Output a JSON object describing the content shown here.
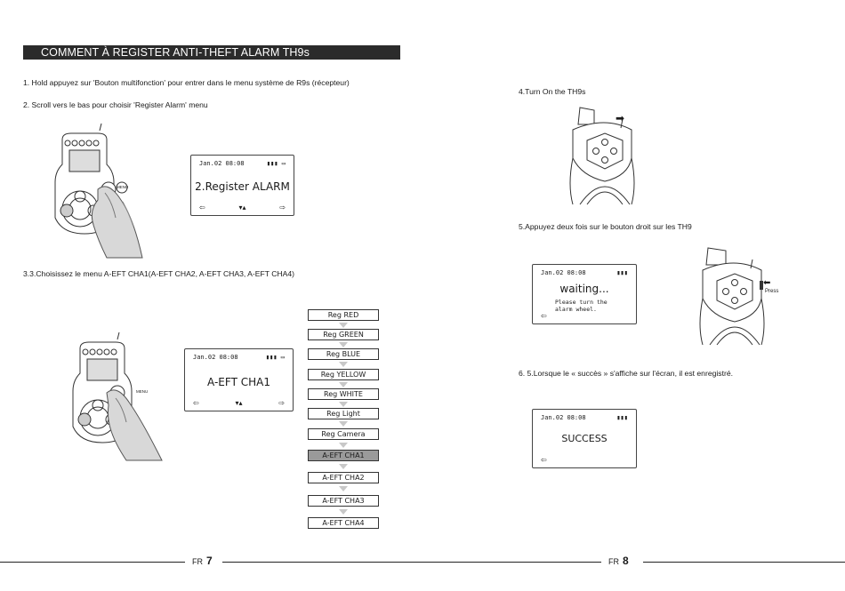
{
  "header": {
    "title": "COMMENT À REGISTER ANTI-THEFT ALARM TH9s"
  },
  "left": {
    "step1": "1. Hold appuyez sur 'Bouton multifonction' pour entrer dans le menu système de R9s (récepteur)",
    "step2": "2. Scroll vers le bas pour choisir 'Register Alarm' menu",
    "step3": "3.3.Choisissez le menu A-EFT CHA1(A-EFT CHA2, A-EFT CHA3, A-EFT CHA4)",
    "lcd1": {
      "date": "Jan.02 08:08",
      "text": "2.Register ALARM"
    },
    "lcd2": {
      "date": "Jan.02 08:08",
      "text": "A-EFT CHA1"
    },
    "device_button_label": "MENU",
    "menu_items": [
      "Reg RED",
      "Reg GREEN",
      "Reg BLUE",
      "Reg YELLOW",
      "Reg WHITE",
      "Reg Light",
      "Reg Camera",
      "A-EFT CHA1",
      "A-EFT CHA2",
      "A-EFT CHA3",
      "A-EFT CHA4"
    ],
    "selected_item": "A-EFT CHA1"
  },
  "right": {
    "step4": "4.Turn On the TH9s",
    "step5": "5.Appuyez deux fois sur le bouton droit sur les TH9",
    "step6": "6. 5.Lorsque le « succès » s'affiche sur l'écran, il est enregistré.",
    "lcd3": {
      "date": "Jan.02 08:08",
      "text": "waiting...",
      "subtext1": "Please turn the",
      "subtext2": "alarm wheel."
    },
    "lcd4": {
      "date": "Jan.02 08:08",
      "text": "SUCCESS"
    },
    "press_label": "Press"
  },
  "footer": {
    "left": {
      "label": "FR",
      "num": "7"
    },
    "right": {
      "label": "FR",
      "num": "8"
    }
  }
}
